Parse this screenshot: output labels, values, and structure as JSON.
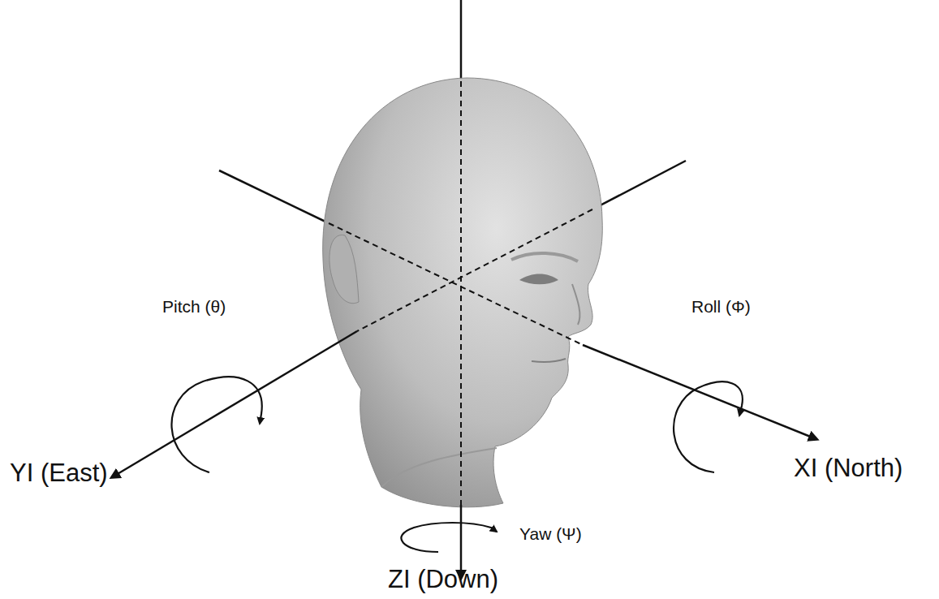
{
  "diagram": {
    "labels": [
      "Pitch (θ)",
      "Roll (Φ)",
      "Yaw (Ψ)",
      "YI (East)",
      "XI (North)",
      "ZI (Down)"
    ]
  }
}
